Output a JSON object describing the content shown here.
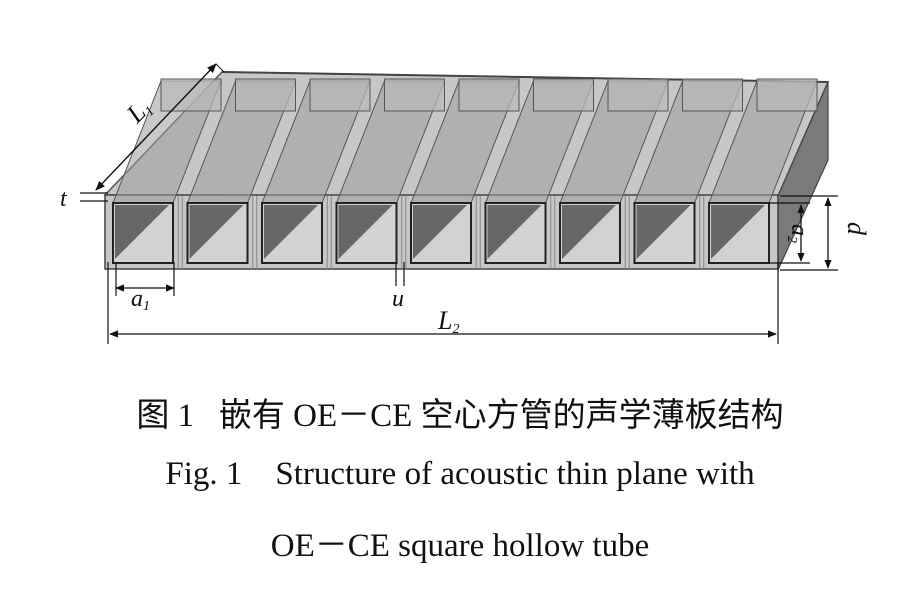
{
  "labels": {
    "L1": "L",
    "L1_sub": "1",
    "t": "t",
    "a1": "a",
    "a1_sub": "1",
    "u": "u",
    "L2": "L",
    "L2_sub": "2",
    "a2": "a",
    "a2_sub": "2",
    "d": "d"
  },
  "caption": {
    "zh": "图 1   嵌有 OE－CE 空心方管的声学薄板结构",
    "en_line1": "Fig. 1    Structure of acoustic thin plane with",
    "en_line2": "OE－CE square hollow tube"
  }
}
